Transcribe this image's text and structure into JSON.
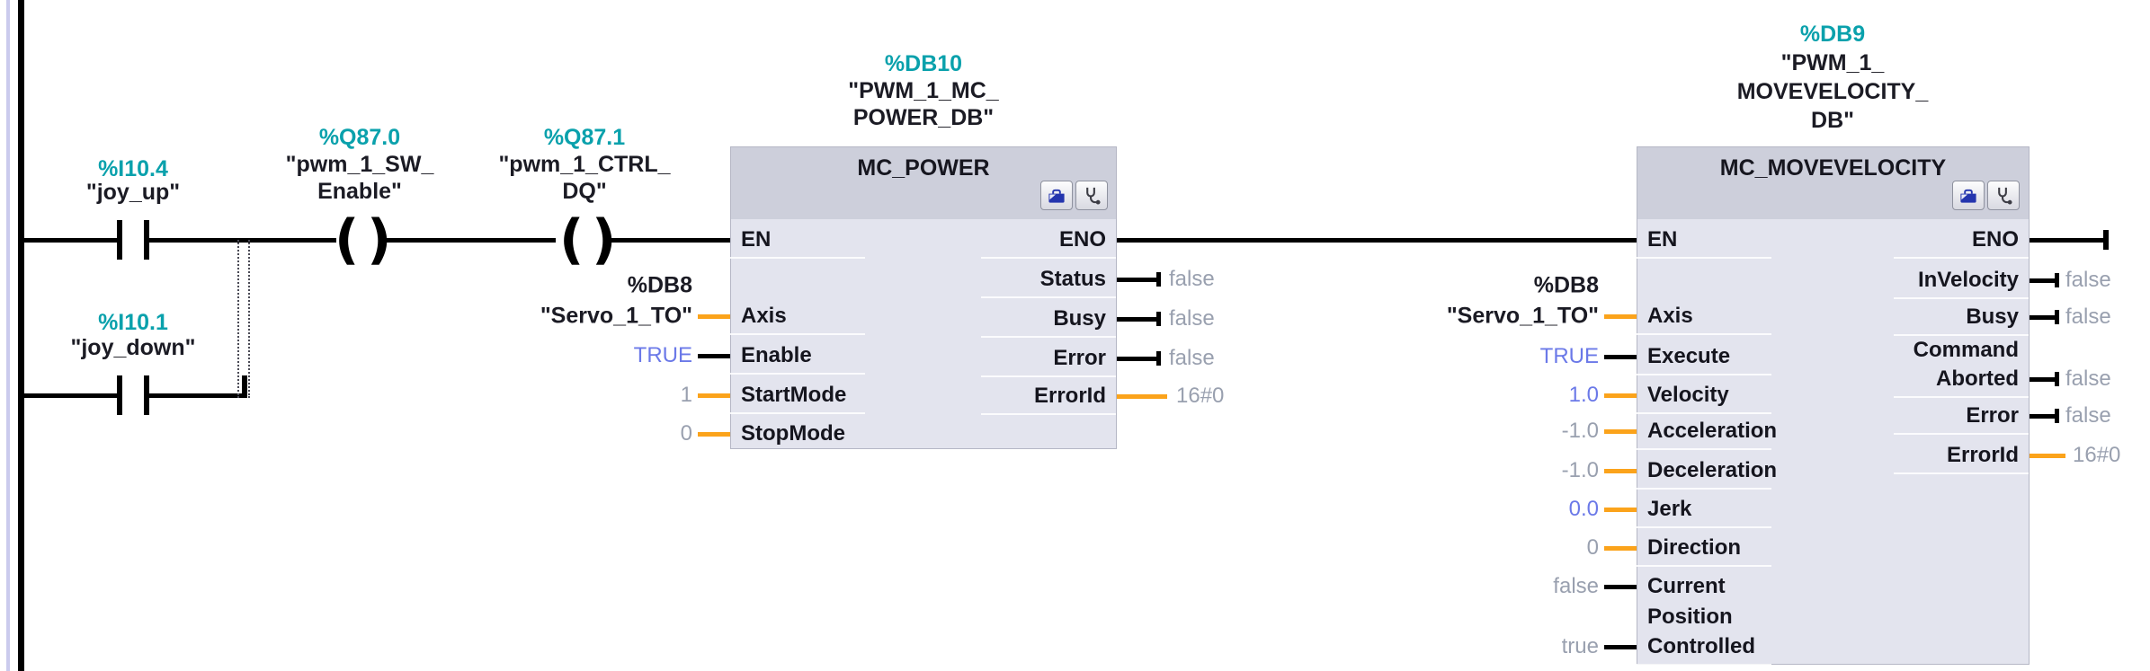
{
  "colors": {
    "operand_address": "#0AA1AC",
    "value_default_gray": "#99A0AF",
    "value_set_blue": "#6B79E8",
    "wire_power": "#000000",
    "wire_data_orange": "#FBA31B",
    "block_header": "#CDCFDB",
    "block_body": "#E3E4EE"
  },
  "icons": {
    "block_buttons": [
      "toolbox-icon",
      "stethoscope-icon"
    ]
  },
  "ladder": {
    "contacts": [
      {
        "address": "%I10.4",
        "name": "\"joy_up\""
      },
      {
        "address": "%I10.1",
        "name": "\"joy_down\""
      }
    ],
    "coils": [
      {
        "address": "%Q87.0",
        "name_line1": "\"pwm_1_SW_",
        "name_line2": "Enable\""
      },
      {
        "address": "%Q87.1",
        "name_line1": "\"pwm_1_CTRL_",
        "name_line2": "DQ\""
      }
    ]
  },
  "mc_power": {
    "db_address": "%DB10",
    "db_name_line1": "\"PWM_1_MC_",
    "db_name_line2": "POWER_DB\"",
    "title": "MC_POWER",
    "en": "EN",
    "eno": "ENO",
    "axis": {
      "label": "Axis",
      "operand_address": "%DB8",
      "operand_name": "\"Servo_1_TO\""
    },
    "enable": {
      "label": "Enable",
      "value": "TRUE"
    },
    "start_mode": {
      "label": "StartMode",
      "value": "1"
    },
    "stop_mode": {
      "label": "StopMode",
      "value": "0"
    },
    "status": {
      "label": "Status",
      "value": "false"
    },
    "busy": {
      "label": "Busy",
      "value": "false"
    },
    "error": {
      "label": "Error",
      "value": "false"
    },
    "error_id": {
      "label": "ErrorId",
      "value": "16#0"
    }
  },
  "mc_movevelocity": {
    "db_address": "%DB9",
    "db_name_line1": "\"PWM_1_",
    "db_name_line2": "MOVEVELOCITY_",
    "db_name_line3": "DB\"",
    "title": "MC_MOVEVELOCITY",
    "en": "EN",
    "eno": "ENO",
    "axis": {
      "label": "Axis",
      "operand_address": "%DB8",
      "operand_name": "\"Servo_1_TO\""
    },
    "execute": {
      "label": "Execute",
      "value": "TRUE"
    },
    "velocity": {
      "label": "Velocity",
      "value": "1.0"
    },
    "acceleration": {
      "label": "Acceleration",
      "value": "-1.0"
    },
    "deceleration": {
      "label": "Deceleration",
      "value": "-1.0"
    },
    "jerk": {
      "label": "Jerk",
      "value": "0.0"
    },
    "direction": {
      "label": "Direction",
      "value": "0"
    },
    "current": {
      "label": "Current",
      "value": "false"
    },
    "position_controlled": {
      "label_line1": "Position",
      "label_line2": "Controlled",
      "value": "true"
    },
    "in_velocity": {
      "label": "InVelocity",
      "value": "false"
    },
    "busy": {
      "label": "Busy",
      "value": "false"
    },
    "command_aborted": {
      "label_line1": "Command",
      "label_line2": "Aborted",
      "value": "false"
    },
    "error": {
      "label": "Error",
      "value": "false"
    },
    "error_id": {
      "label": "ErrorId",
      "value": "16#0"
    }
  }
}
